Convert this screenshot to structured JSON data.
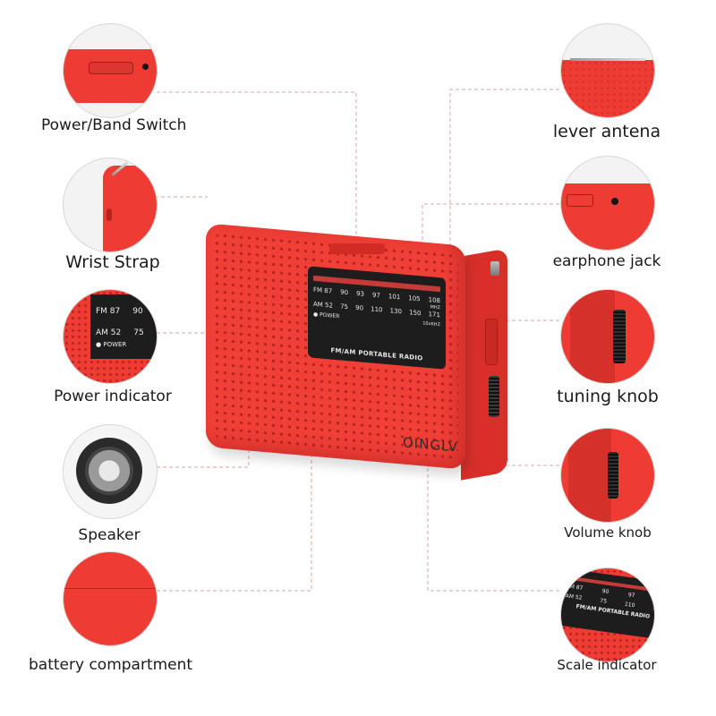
{
  "colors": {
    "radio_red": "#ef3f37",
    "dial_black": "#1d1d1d",
    "leader_line": "#d9a4a4"
  },
  "labels": {
    "power_band_switch": "Power/Band Switch",
    "wrist_strap": "Wrist Strap",
    "power_indicator": "Power indicator",
    "speaker": "Speaker",
    "battery_compartment": "battery compartment",
    "lever_antenna": "lever antena",
    "earphone_jack": "earphone jack",
    "tuning_knob": "tuning knob",
    "volume_knob": "Volume knob",
    "scale_indicator": "Scale indicator"
  },
  "radio": {
    "brand": "OINGLV",
    "band_name": "FM/AM PORTABLE RADIO",
    "power_text": "POWER",
    "fm_label": "FM 87",
    "am_label": "AM 52",
    "fm_scale": [
      "90",
      "93",
      "97",
      "101",
      "105",
      "108"
    ],
    "am_scale": [
      "75",
      "90",
      "110",
      "130",
      "150",
      "171"
    ],
    "fm_unit": "MHZ",
    "am_unit": "10xKHZ"
  },
  "power_indicator_detail": {
    "fm_label": "FM 87",
    "fm_value": "90",
    "am_label": "AM 52",
    "am_value": "75",
    "power_text": "POWER"
  },
  "icons": [
    "speaker-icon"
  ]
}
